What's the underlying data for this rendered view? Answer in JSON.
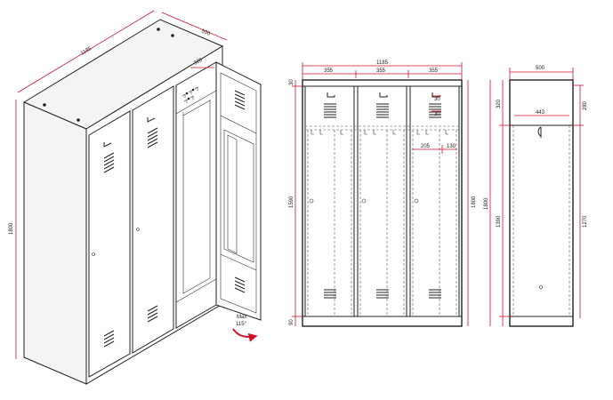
{
  "dimensions": {
    "iso_width": "1185",
    "iso_depth": "500",
    "iso_height": "1800",
    "iso_shelf": "320",
    "front_total": "1185",
    "front_col1": "355",
    "front_col2": "355",
    "front_col3": "355",
    "front_top": "30",
    "front_inner": "1590",
    "front_bottom": "90",
    "front_total_height": "1800",
    "front_d1": "205",
    "front_d2": "130",
    "front_s1": "30",
    "front_s2": "30",
    "side_depth": "500",
    "side_inner": "443",
    "side_top": "320",
    "side_top_right": "280",
    "side_total": "1800",
    "side_inner_height": "1390",
    "side_right_height": "1270"
  },
  "door_angle": {
    "line1": "Max",
    "line2": "115°"
  },
  "colors": {
    "dimension_line": "#d0122a",
    "outline": "#222222",
    "arrow": "#d0122a"
  },
  "icons": {
    "rotation": "curved-arrow-icon"
  }
}
